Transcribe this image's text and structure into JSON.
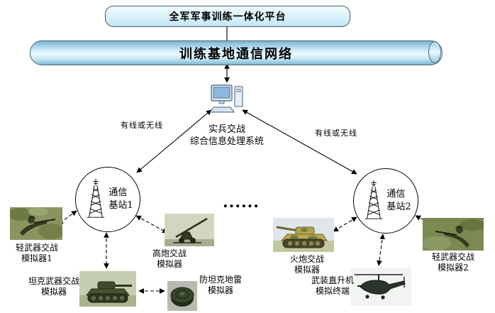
{
  "platform": {
    "title": "全军军事训练一体化平台"
  },
  "backbone": {
    "title": "训练基地通信网络"
  },
  "processor": {
    "label": "实兵交战\n综合信息处理系统"
  },
  "links": {
    "left": "有线或无线",
    "right": "有线或无线"
  },
  "stations": {
    "left": {
      "label": "通信\n基站1"
    },
    "right": {
      "label": "通信\n基站2"
    }
  },
  "ellipsis": "......",
  "simulators": {
    "light1": {
      "label": "轻武器交战\n模拟器1"
    },
    "tank": {
      "label": "坦克武器交战\n模拟器"
    },
    "aa": {
      "label": "高炮交战\n模拟器"
    },
    "mine": {
      "label": "防坦克地雷\n模拟器"
    },
    "artillery": {
      "label": "火炮交战\n模拟器"
    },
    "heli": {
      "label": "武装直升机\n模拟终端"
    },
    "light2": {
      "label": "轻武器交战\n模拟器2"
    }
  },
  "icons": {
    "processor": "computer-icon",
    "station": "antenna-tower-icon"
  },
  "colors": {
    "platform_fill": "#d8f1fa",
    "cylinder_fill": "#bfe3f2",
    "line": "#000000"
  }
}
